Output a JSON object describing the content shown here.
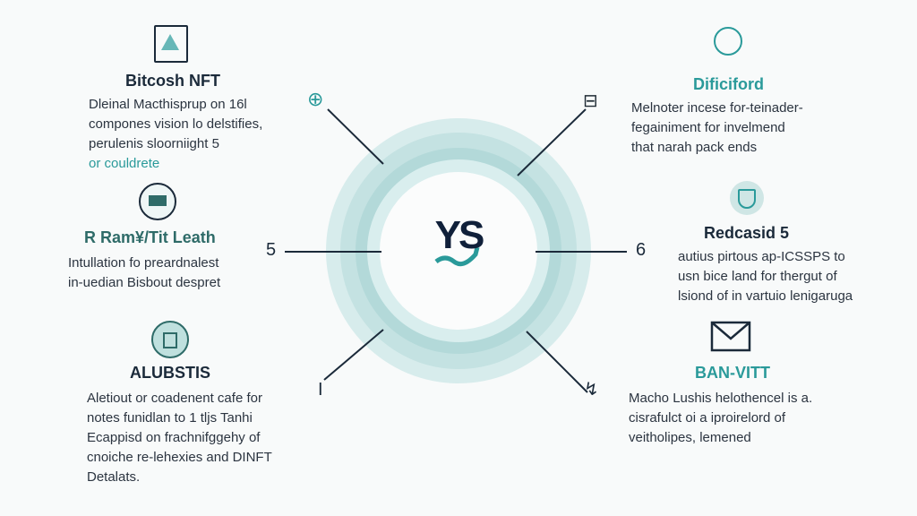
{
  "center": {
    "logo": "YS"
  },
  "left": [
    {
      "title": "Bitcosh NFT",
      "lines": [
        "Dleinal Macthisprup on 16l",
        "compones vision lo delstifies,",
        "perulenis sloorniight 5",
        "or couldrete"
      ],
      "icon": "document-chart-icon",
      "marker": "⊕"
    },
    {
      "title": "R Ram¥/Tit Leath",
      "lines": [
        "Intullation fo preardnalest",
        "in-uedian Bisbout despret"
      ],
      "icon": "laptop-icon",
      "marker": "5"
    },
    {
      "title": "ALUBSTIS",
      "lines": [
        "Aletiout or coadenent cafe for",
        "notes funidlan to 1 tljs Tanhi",
        "Ecappisd on frachnifggehy of",
        "cnoiche re-lehexies and DINFT",
        "Detalats."
      ],
      "icon": "server-badge-icon",
      "marker": "I"
    }
  ],
  "right": [
    {
      "title": "Dificiford",
      "lines": [
        "Melnoter incese for-teinader-",
        "fegainiment for invelmend",
        "that narah pack ends"
      ],
      "icon": "sun-gear-icon",
      "marker": "⊟"
    },
    {
      "title": "Redcasid 5",
      "lines": [
        "autius pirtous ap-ICSSPS to",
        "usn bice land for thergut of",
        "lsiond of in vartuio lenigaruga"
      ],
      "icon": "shield-icon",
      "marker": "6"
    },
    {
      "title": "BAN-VITT",
      "lines": [
        "Macho Lushis helothencel is a.",
        "cisrafulct oi a iproirelord of",
        "veitholipes, lemened"
      ],
      "icon": "envelope-icon",
      "marker": "↯"
    }
  ]
}
